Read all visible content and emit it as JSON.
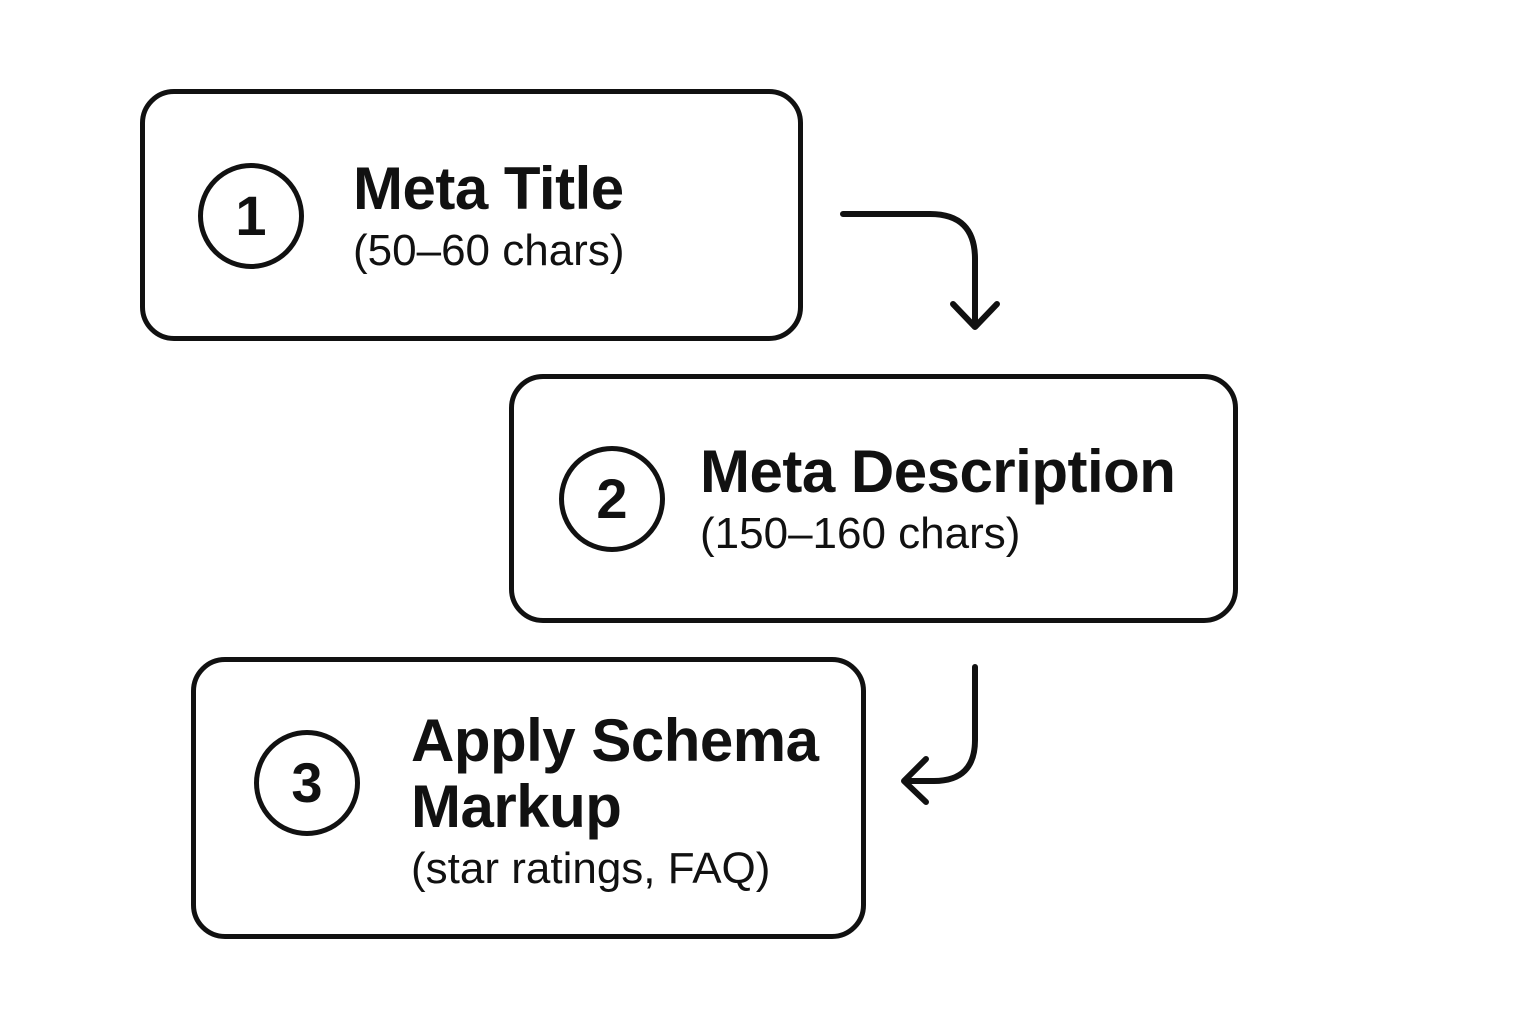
{
  "steps": [
    {
      "number": "1",
      "title": "Meta Title",
      "subtitle": "(50–60 chars)"
    },
    {
      "number": "2",
      "title": "Meta Description",
      "subtitle": "(150–160 chars)"
    },
    {
      "number": "3",
      "title_line1": "Apply Schema",
      "title_line2": "Markup",
      "subtitle": "(star ratings, FAQ)"
    }
  ],
  "colors": {
    "stroke": "#111111",
    "background": "#ffffff"
  }
}
